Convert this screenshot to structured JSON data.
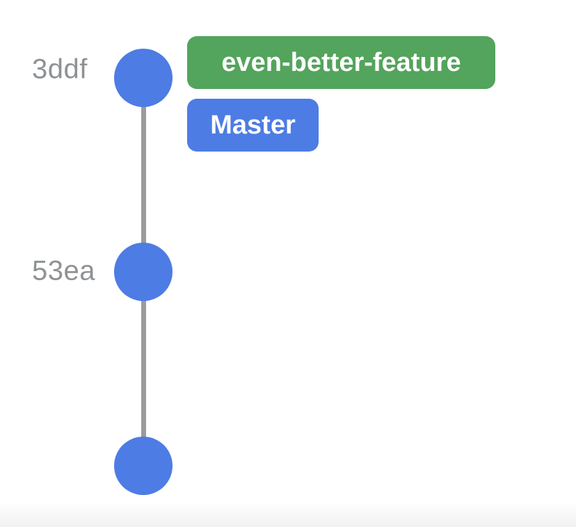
{
  "page": {
    "background_color": "#ffffff",
    "footer_strip_color": "#f1f1f1"
  },
  "graph": {
    "type": "git-commit-graph",
    "line_color": "#9b9b9b",
    "node_color": "#4d7ce4",
    "hash_color": "#8f9294",
    "commits": [
      {
        "hash": "3ddf"
      },
      {
        "hash": "53ea"
      },
      {
        "hash": ""
      }
    ],
    "branches": [
      {
        "label": "even-better-feature",
        "color": "#53a45c",
        "text_color": "#ffffff",
        "attached_to": "3ddf"
      },
      {
        "label": "Master",
        "color": "#4d7ce4",
        "text_color": "#ffffff",
        "attached_to": "3ddf"
      }
    ]
  }
}
